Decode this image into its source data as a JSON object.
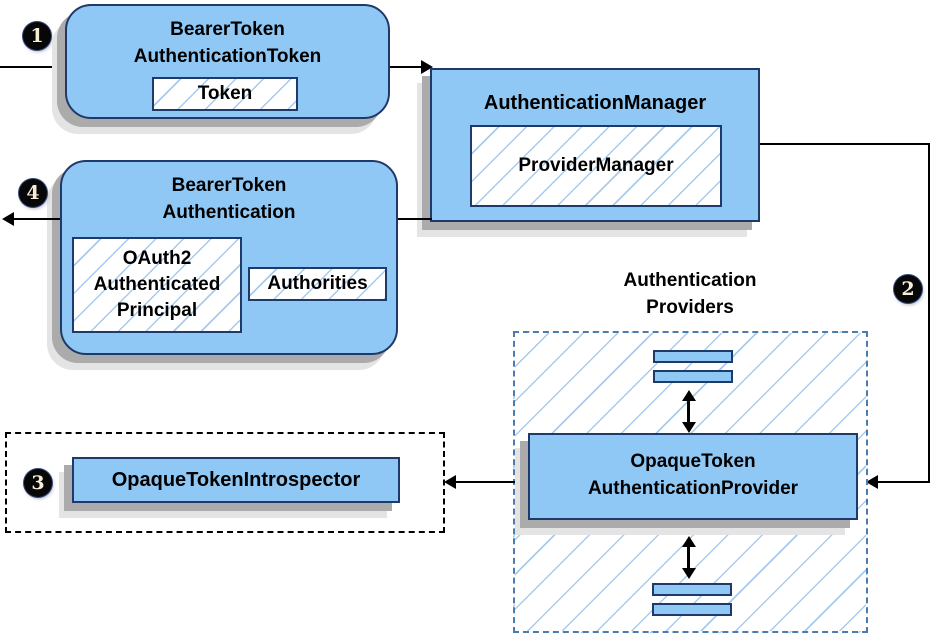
{
  "badges": [
    "1",
    "2",
    "3",
    "4"
  ],
  "nodes": {
    "bearer_token_authentication_token": {
      "title_lines": [
        "BearerToken",
        "AuthenticationToken"
      ],
      "token_label": "Token"
    },
    "authentication_manager": {
      "title": "AuthenticationManager",
      "provider_manager_label": "ProviderManager"
    },
    "bearer_token_authentication": {
      "title_lines": [
        "BearerToken",
        "Authentication"
      ],
      "principal_lines": [
        "OAuth2",
        "Authenticated",
        "Principal"
      ],
      "authorities_label": "Authorities"
    },
    "opaque_token_introspector": {
      "title": "OpaqueTokenIntrospector"
    },
    "authentication_providers": {
      "label_lines": [
        "Authentication",
        "Providers"
      ]
    },
    "opaque_token_authentication_provider": {
      "title_lines": [
        "OpaqueToken",
        "AuthenticationProvider"
      ]
    }
  },
  "colors": {
    "box_fill": "#90c8f5",
    "box_border": "#1e3a68",
    "hatch": "#a6cbee",
    "dash_blue": "#4c7bae",
    "line": "#000000"
  }
}
